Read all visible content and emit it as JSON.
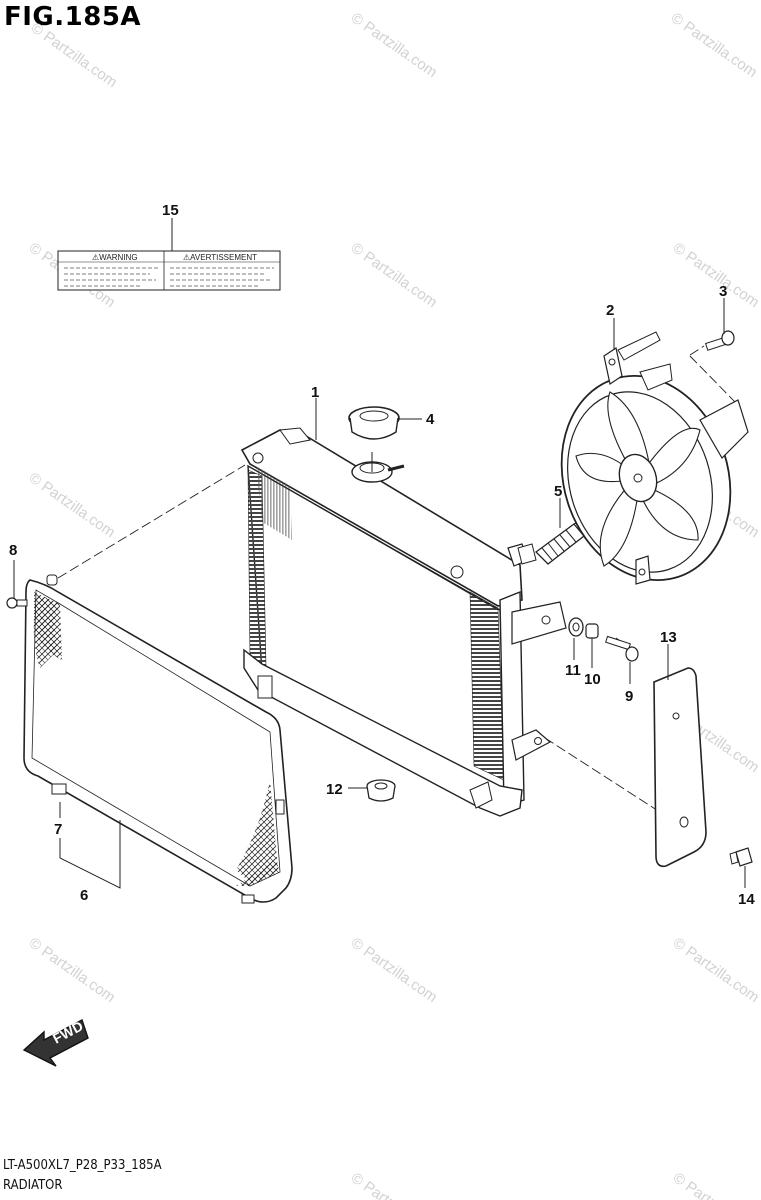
{
  "figure": {
    "title": "FIG.185A",
    "drawing_code": "LT-A500XL7_P28_P33_185A",
    "section_name": "RADIATOR"
  },
  "warning_label": {
    "left_heading": "⚠WARNING",
    "right_heading": "⚠AVERTISSEMENT"
  },
  "fwd_arrow_text": "FWD",
  "watermark_text": "© Partzilla.com",
  "callouts": [
    "1",
    "2",
    "3",
    "4",
    "5",
    "6",
    "7",
    "8",
    "9",
    "10",
    "11",
    "12",
    "13",
    "14",
    "15"
  ]
}
